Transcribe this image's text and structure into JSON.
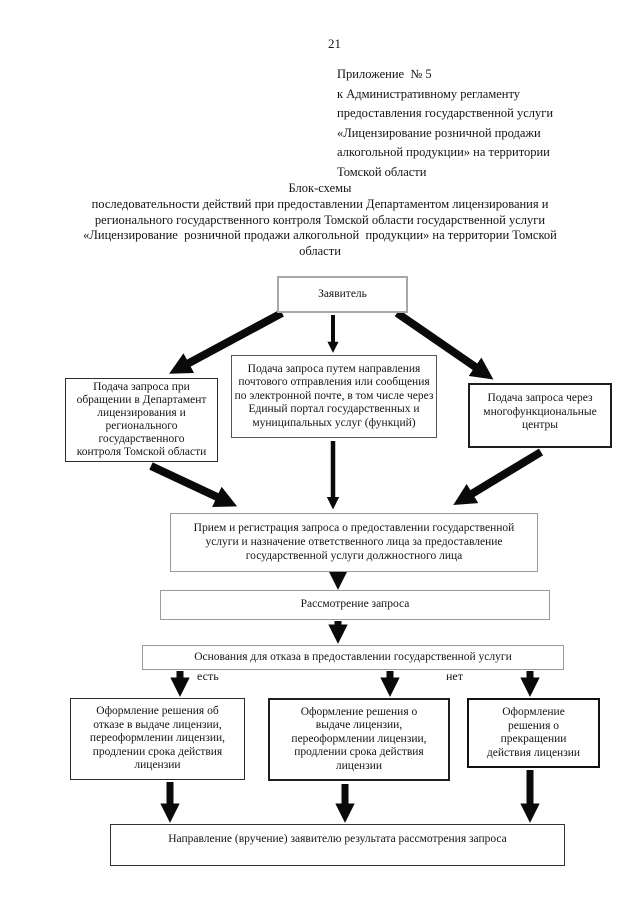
{
  "page": {
    "number": "21",
    "appendix_lines": [
      "Приложение  № 5",
      "к Административному регламенту",
      "предоставления государственной услуги",
      "«Лицензирование розничной продажи",
      "алкогольной продукции» на территории",
      "Томской области"
    ],
    "title": {
      "heading": "Блок-схемы",
      "lines": [
        "последовательности действий при предоставлении Департаментом лицензирования и",
        "регионального государственного контроля Томской области государственной услуги",
        "«Лицензирование  розничной продажи алкогольной  продукции» на территории Томской",
        "области"
      ]
    }
  },
  "flowchart": {
    "nodes": {
      "applicant": "Заявитель",
      "submit_in_person": "Подача запроса при\nобращении в Департамент\nлицензирования и\nрегионального\nгосударственного\nконтроля Томской области",
      "submit_mail": "Подача запроса путем направления\nпочтового отправления или сообщения\nпо электронной почте, в том числе через\nЕдиный портал государственных и\nмуниципальных услуг (функций)",
      "submit_mfc": "Подача запроса через\nмногофункциональные\nцентры",
      "reception": "Прием и регистрация запроса о предоставлении государственной\nуслуги и назначение ответственного лица за  предоставление\nгосударственной услуги должностного лица",
      "review": "Рассмотрение запроса",
      "grounds": "Основания для отказа в предоставлении государственной услуги",
      "refusal": "Оформление решения  об\nотказе в выдаче лицензии,\nпереоформлении лицензии,\nпродлении срока действия\nлицензии",
      "issue": "Оформление решения о\nвыдаче лицензии,\nпереоформлении лицензии,\nпродлении срока действия\nлицензии",
      "termination": "Оформление\nрешения о\nпрекращении\nдействия лицензии",
      "result": "Направление (вручение) заявителю результата рассмотрения запроса"
    },
    "branch_labels": {
      "yes": "есть",
      "no": "нет"
    },
    "colors": {
      "arrow": "#0a0a0a",
      "border_dark": "#1e1e1e",
      "border_gray": "#9b9b9b",
      "background": "#ffffff"
    }
  }
}
